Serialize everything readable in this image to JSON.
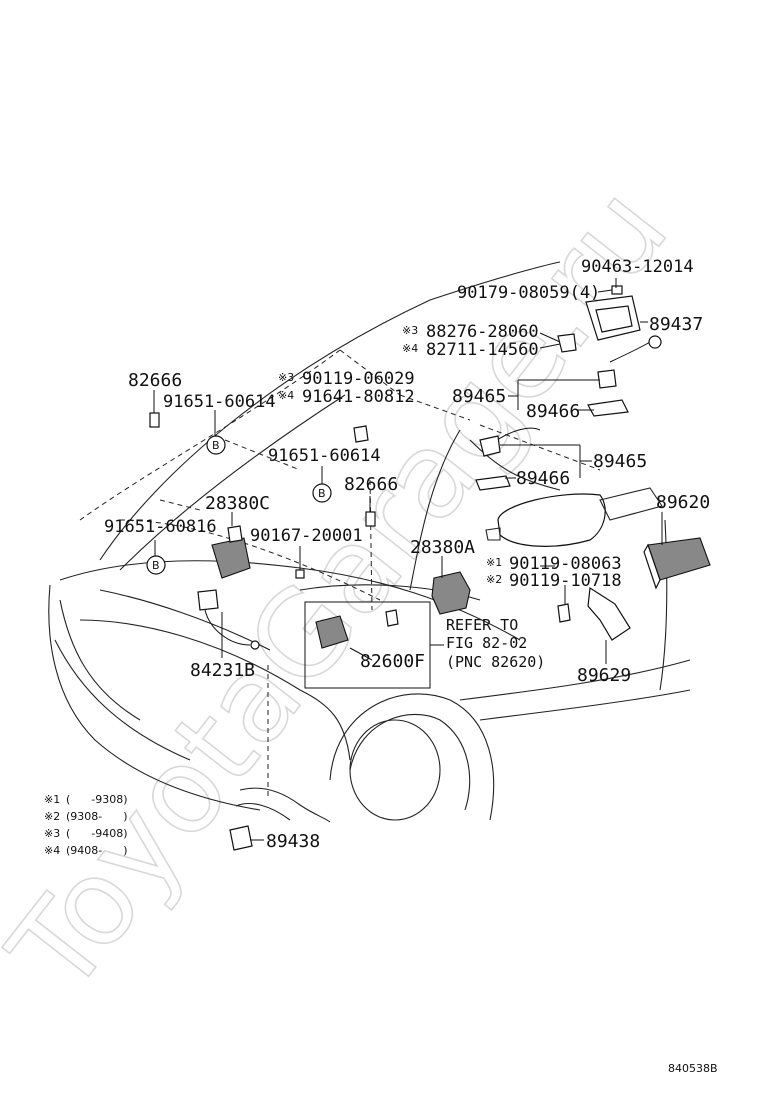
{
  "watermark": "ToyotaGarage.ru",
  "parts": {
    "p_90463_12014": "90463-12014",
    "p_90179_08059": "90179-08059(4)",
    "p_89437": "89437",
    "p_88276_28060": "88276-28060",
    "p_82711_14560": "82711-14560",
    "p_89465_top": "89465",
    "p_89466_top": "89466",
    "p_82666_left": "82666",
    "p_91651_60614_left": "91651-60614",
    "p_90119_06029": "90119-06029",
    "p_91641_80812": "91641-80812",
    "p_91651_60614_mid": "91651-60614",
    "p_82666_mid": "82666",
    "p_89465_mid": "89465",
    "p_89466_mid": "89466",
    "p_28380C": "28380C",
    "p_91651_60816": "91651-60816",
    "p_90167_20001": "90167-20001",
    "p_28380A": "28380A",
    "p_89620": "89620",
    "p_90119_08063": "90119-08063",
    "p_90119_10718": "90119-10718",
    "p_84231B": "84231B",
    "p_82600F": "82600F",
    "p_89629": "89629",
    "p_89438": "89438"
  },
  "marks": {
    "m3": "※3",
    "m4": "※4",
    "m1": "※1",
    "m2": "※2"
  },
  "bolt_symbol": "B",
  "refer": {
    "line1": "REFER TO",
    "line2": "FIG 82-02",
    "line3": "(PNC 82620)"
  },
  "legend": [
    {
      "mark": "※1",
      "range": "(      -9308)"
    },
    {
      "mark": "※2",
      "range": "(9308-      )"
    },
    {
      "mark": "※3",
      "range": "(      -9408)"
    },
    {
      "mark": "※4",
      "range": "(9408-      )"
    }
  ],
  "figure_number": "840538B"
}
